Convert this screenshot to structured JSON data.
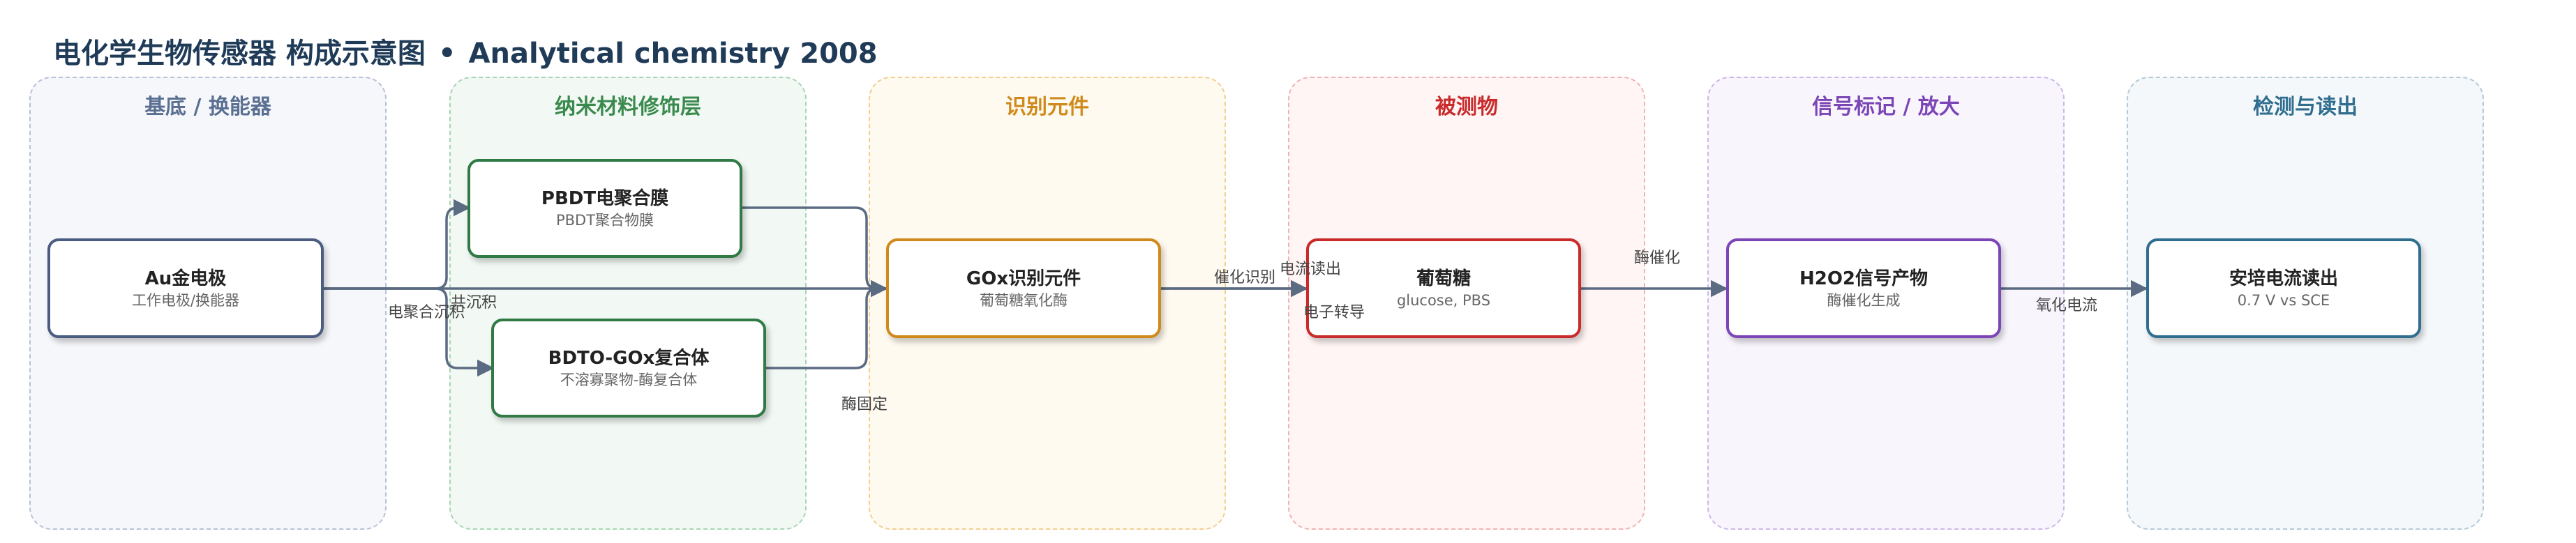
{
  "title": {
    "main": "电化学生物传感器 构成示意图",
    "separator": "•",
    "source": "Analytical chemistry 2008"
  },
  "colors": {
    "lane_substrate": "#5a6f91",
    "lane_nano": "#3a8a4e",
    "lane_recognition": "#cf8a1b",
    "lane_analyte": "#c92a2a",
    "lane_signal": "#7b45b5",
    "lane_readout": "#2f6e8f",
    "edge": "#5b6b82"
  },
  "lanes": [
    {
      "id": "substrate",
      "title": "基底 / 换能器"
    },
    {
      "id": "nano",
      "title": "纳米材料修饰层"
    },
    {
      "id": "recognition",
      "title": "识别元件"
    },
    {
      "id": "analyte",
      "title": "被测物"
    },
    {
      "id": "signal",
      "title": "信号标记 / 放大"
    },
    {
      "id": "readout",
      "title": "检测与读出"
    }
  ],
  "nodes": {
    "au_electrode": {
      "title": "Au金电极",
      "subtitle": "工作电极/换能器"
    },
    "pbdt_film": {
      "title": "PBDT电聚合膜",
      "subtitle": "PBDT聚合物膜"
    },
    "bdto_complex": {
      "title": "BDTO-GOx复合体",
      "subtitle": "不溶寡聚物-酶复合体"
    },
    "gox": {
      "title": "GOx识别元件",
      "subtitle": "葡萄糖氧化酶"
    },
    "glucose": {
      "title": "葡萄糖",
      "subtitle": "glucose, PBS"
    },
    "h2o2": {
      "title": "H2O2信号产物",
      "subtitle": "酶催化生成"
    },
    "amperometric": {
      "title": "安培电流读出",
      "subtitle": "0.7 V vs SCE"
    }
  },
  "edges": {
    "electropolymerization": "电聚合沉积",
    "codeposition": "共沉积",
    "enzyme_immobilization": "酶固定",
    "catalytic_recognition": "催化识别",
    "current_readout": "电流读出",
    "electron_transfer": "电子转导",
    "enzyme_catalysis": "酶催化",
    "oxidation_current": "氧化电流"
  }
}
